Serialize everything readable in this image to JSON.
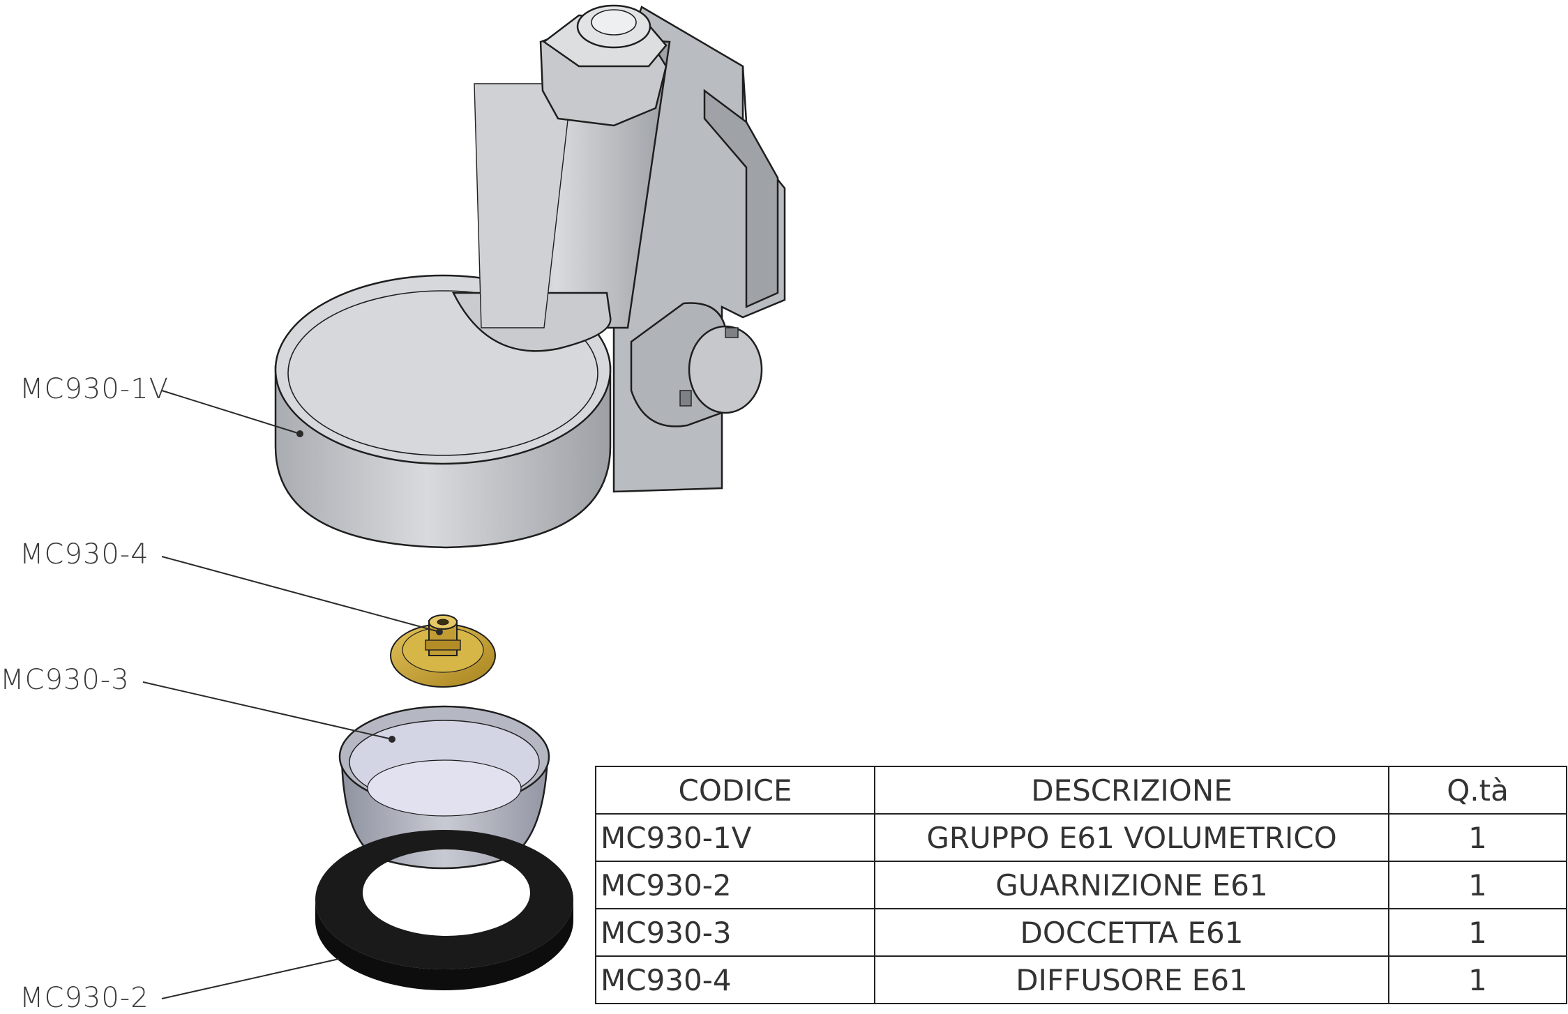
{
  "callouts": [
    {
      "id": "mc930-1v",
      "text": "MC930-1V"
    },
    {
      "id": "mc930-4",
      "text": "MC930-4"
    },
    {
      "id": "mc930-3",
      "text": "MC930-3"
    },
    {
      "id": "mc930-2",
      "text": "MC930-2"
    }
  ],
  "bom_table": {
    "headers": [
      "CODICE",
      "DESCRIZIONE",
      "Q.tà"
    ],
    "rows": [
      {
        "code": "MC930-1V",
        "description": "GRUPPO E61 VOLUMETRICO",
        "qty": "1"
      },
      {
        "code": "MC930-2",
        "description": "GUARNIZIONE E61",
        "qty": "1"
      },
      {
        "code": "MC930-3",
        "description": "DOCCETTA E61",
        "qty": "1"
      },
      {
        "code": "MC930-4",
        "description": "DIFFUSORE E61",
        "qty": "1"
      }
    ]
  },
  "colors": {
    "metal_light": "#d4d6d9",
    "metal_mid": "#b5b8bc",
    "metal_dark": "#8e9196",
    "brass": "#c9a43a",
    "gasket": "#1a1a1a",
    "outline": "#1e1e1e"
  }
}
